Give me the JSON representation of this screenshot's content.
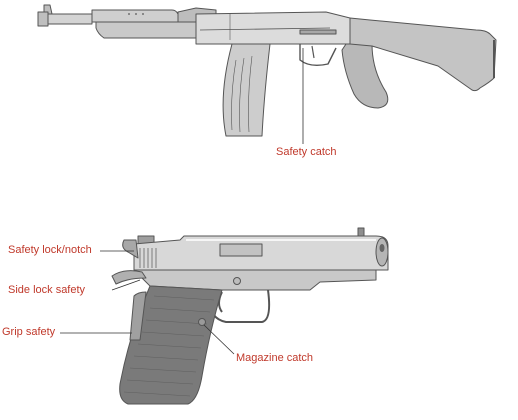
{
  "labels": {
    "safety_catch": "Safety catch",
    "safety_lock_notch": "Safety lock/notch",
    "side_lock_safety": "Side lock safety",
    "grip_safety": "Grip safety",
    "magazine_catch": "Magazine catch"
  },
  "colors": {
    "label": "#c0392b",
    "leader": "#333333",
    "metal_light": "#d9d9d9",
    "metal_mid": "#bfbfbf",
    "metal_dark": "#9a9a9a",
    "outline": "#555555",
    "grip": "#707070"
  }
}
